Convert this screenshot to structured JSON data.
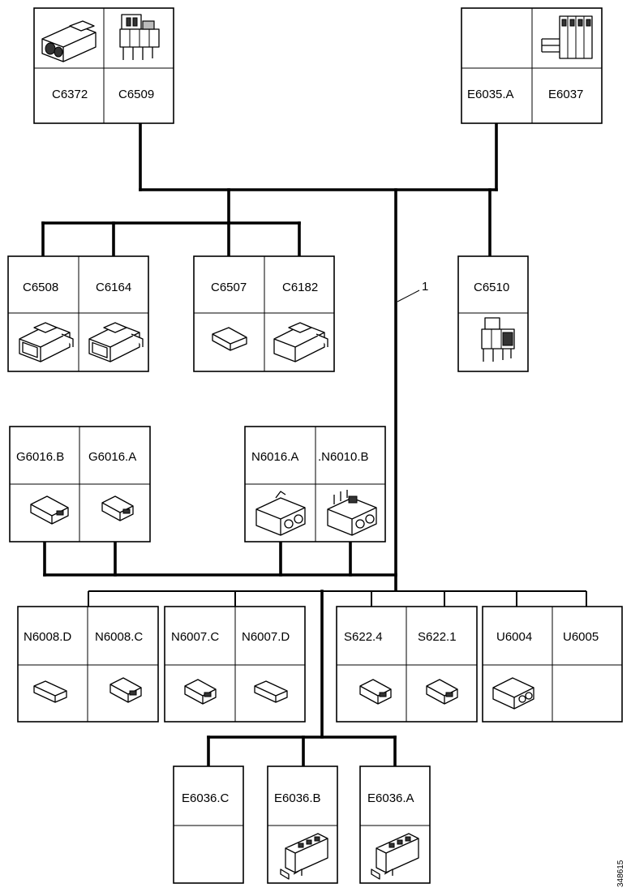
{
  "wire_label": "1",
  "reference_number": "348615",
  "connectors": {
    "c6372": "C6372",
    "c6509": "C6509",
    "e6035a": "E6035.A",
    "e6037": "E6037",
    "c6508": "C6508",
    "c6164": "C6164",
    "c6507": "C6507",
    "c6182": "C6182",
    "c6510": "C6510",
    "g6016b": "G6016.B",
    "g6016a": "G6016.A",
    "n6016a": "N6016.A",
    "n6010b": ".N6010.B",
    "n6008d": "N6008.D",
    "n6008c": "N6008.C",
    "n6007c": "N6007.C",
    "n6007d": "N6007.D",
    "s6224": "S622.4",
    "s6221": "S622.1",
    "u6004": "U6004",
    "u6005": "U6005",
    "e6036c": "E6036.C",
    "e6036b": "E6036.B",
    "e6036a": "E6036.A"
  }
}
